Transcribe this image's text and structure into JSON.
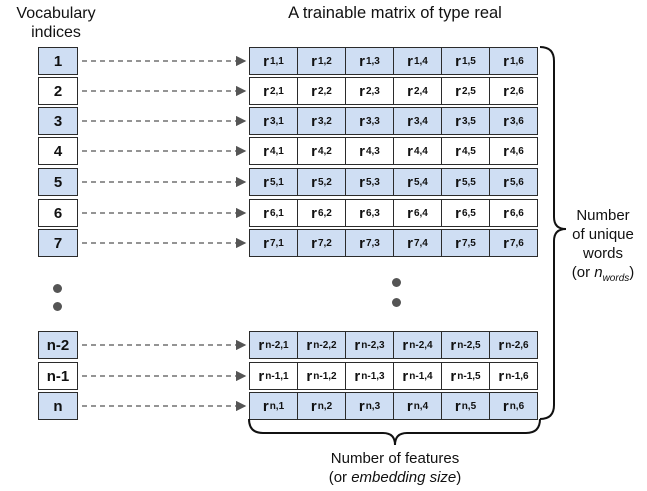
{
  "headers": {
    "vocab": "Vocabulary indices",
    "matrix": "A trainable matrix of type real"
  },
  "rows": [
    {
      "index": "1",
      "sub": "1",
      "shaded": true
    },
    {
      "index": "2",
      "sub": "2",
      "shaded": false
    },
    {
      "index": "3",
      "sub": "3",
      "shaded": true
    },
    {
      "index": "4",
      "sub": "4",
      "shaded": false
    },
    {
      "index": "5",
      "sub": "5",
      "shaded": true
    },
    {
      "index": "6",
      "sub": "6",
      "shaded": false
    },
    {
      "index": "7",
      "sub": "7",
      "shaded": true
    },
    {
      "index": "n-2",
      "sub": "n-2",
      "shaded": true
    },
    {
      "index": "n-1",
      "sub": "n-1",
      "shaded": false
    },
    {
      "index": "n",
      "sub": "n",
      "shaded": true
    }
  ],
  "columns": [
    "1",
    "2",
    "3",
    "4",
    "5",
    "6"
  ],
  "cell_symbol": "r",
  "brace_right": {
    "line1": "Number",
    "line2": "of unique",
    "line3": "words",
    "line4_prefix": "(or ",
    "line4_var": "n",
    "line4_sub": "words",
    "line4_suffix": ")"
  },
  "brace_bottom": {
    "line1": "Number of features",
    "line2_prefix": "(or ",
    "line2_italic": "embedding size",
    "line2_suffix": ")"
  },
  "colors": {
    "shaded_cell": "#cfdef3",
    "plain_cell": "#ffffff",
    "border": "#2b2b2b",
    "arrow": "#555555",
    "dot": "#555555"
  }
}
